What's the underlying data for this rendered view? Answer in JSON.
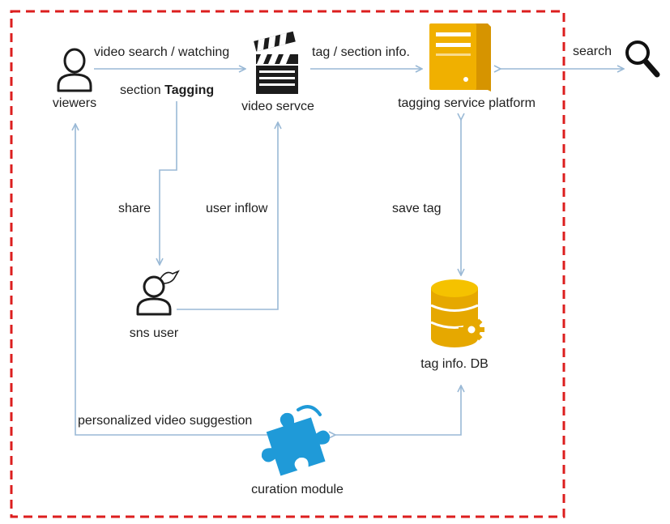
{
  "nodes": {
    "viewers": {
      "label": "viewers",
      "icon": "person-icon"
    },
    "video_service": {
      "label": "video servce",
      "icon": "clapperboard-icon"
    },
    "tagging_platform": {
      "label": "tagging service platform",
      "icon": "server-icon"
    },
    "search": {
      "label": "search",
      "icon": "magnifier-icon"
    },
    "sns_user": {
      "label": "sns user",
      "icon": "sns-person-icon"
    },
    "tag_db": {
      "label": "tag info. DB",
      "icon": "database-gear-icon"
    },
    "curation": {
      "label": "curation module",
      "icon": "puzzle-icon"
    }
  },
  "edges": {
    "video_search_watching": "video search / watching",
    "tag_section_info": "tag / section info.",
    "section_tagging_prefix": "section",
    "section_tagging_bold": "Tagging",
    "share": "share",
    "user_inflow": "user inflow",
    "save_tag": "save tag",
    "personalized_suggestion": "personalized video suggestion"
  },
  "colors": {
    "boundary": "#dc1e1e",
    "connector": "#9ab9d6",
    "server": "#f0b000",
    "database": "#e6a800",
    "puzzle": "#1f9ad8",
    "outline": "#1c1c1c"
  }
}
